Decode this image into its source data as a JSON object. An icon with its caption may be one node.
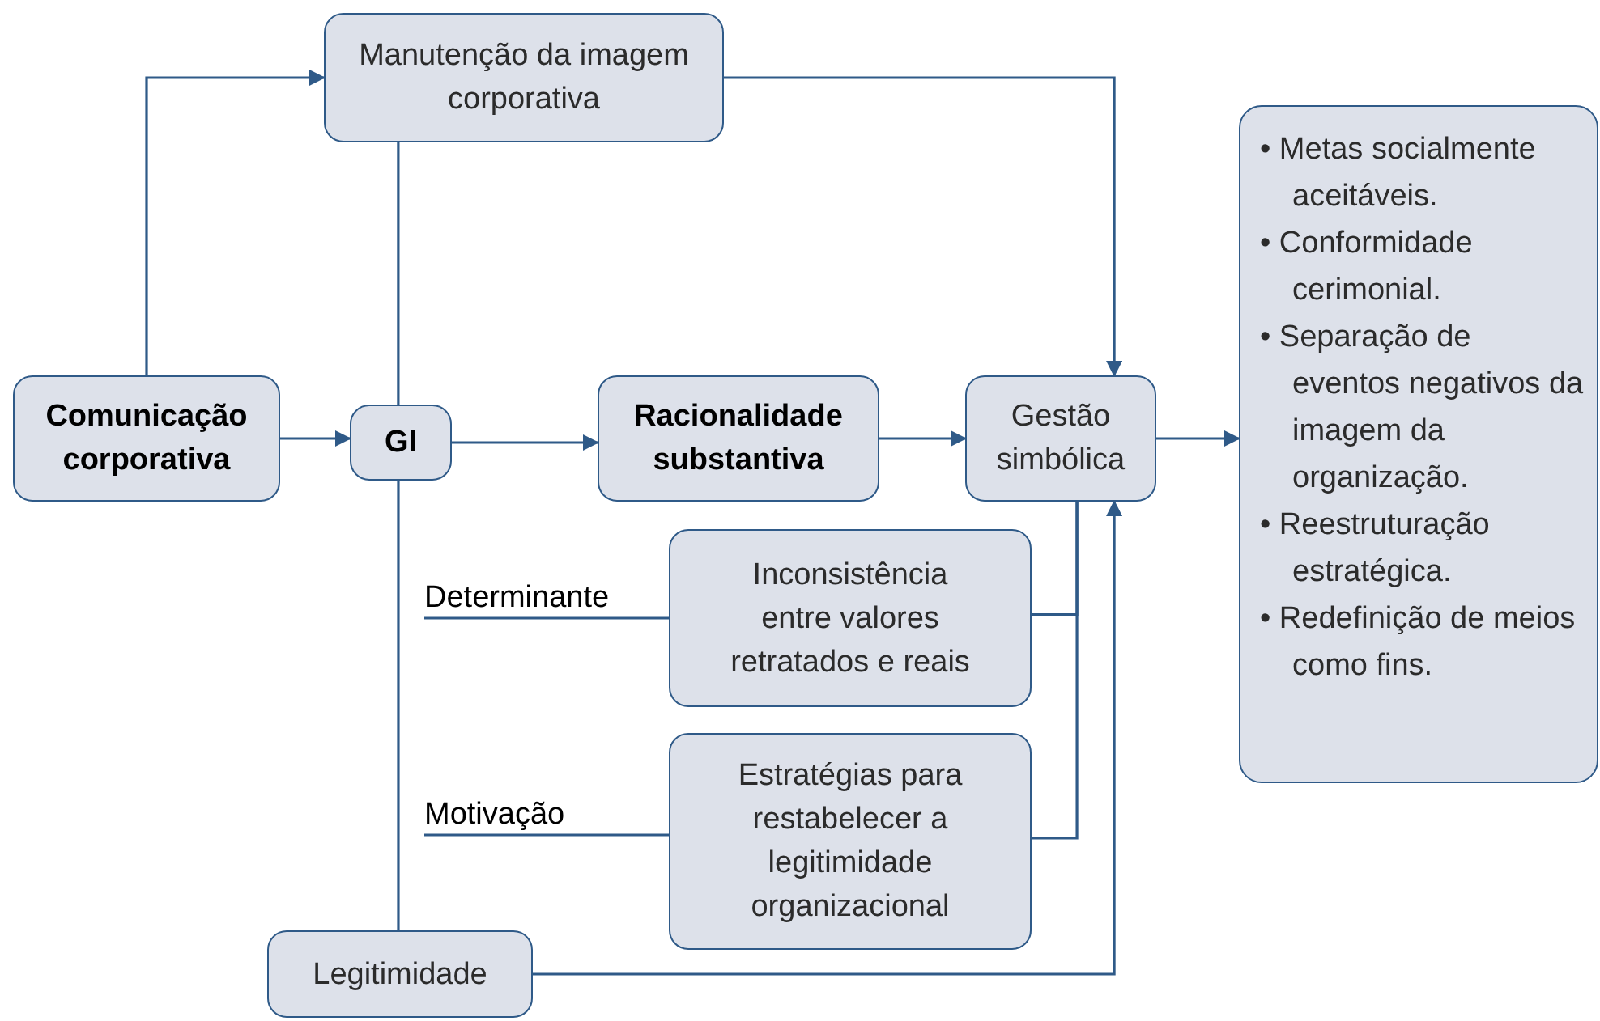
{
  "diagram": {
    "nodes": [
      {
        "text": [
          "Manutenção da imagem corporativa"
        ]
      },
      {
        "text": [
          "Comunicação corporativa"
        ]
      },
      {
        "text": [
          "GI"
        ]
      },
      {
        "text": [
          "Racionalidade substantiva"
        ]
      },
      {
        "text": [
          "Gestão simbólica"
        ]
      },
      {
        "text": [
          "• Metas socialmente aceitáveis.",
          "• Conformidade cerimonial.",
          "• Separação de eventos negativos da imagem da organização.",
          "• Reestruturação estratégica.",
          "• Redefinição de meios como fins."
        ]
      },
      {
        "text": [
          "Determinante"
        ]
      },
      {
        "text": [
          "Inconsistência entre valores retratados e reais"
        ]
      },
      {
        "text": [
          "Motivação"
        ]
      },
      {
        "text": [
          "Estratégias para restabelecer a legitimidade organizacional"
        ]
      },
      {
        "text": [
          "Legitimidade"
        ]
      }
    ],
    "edges": [
      {
        "from": 1,
        "to": 0,
        "arrow": "to"
      },
      {
        "from": 1,
        "to": 2,
        "arrow": "to"
      },
      {
        "from": 2,
        "to": 3,
        "arrow": "to"
      },
      {
        "from": 3,
        "to": 4,
        "arrow": "to"
      },
      {
        "from": 0,
        "to": 4,
        "arrow": "to"
      },
      {
        "from": 4,
        "to": 5,
        "arrow": "to"
      },
      {
        "from": 0,
        "to": 2,
        "arrow": "none"
      },
      {
        "from": 2,
        "to": 10,
        "arrow": "none"
      },
      {
        "from": 6,
        "to": 7,
        "arrow": "none"
      },
      {
        "from": 8,
        "to": 9,
        "arrow": "none"
      },
      {
        "from": 7,
        "to": 4,
        "arrow": "none"
      },
      {
        "from": 9,
        "to": 4,
        "arrow": "none"
      },
      {
        "from": 10,
        "to": 4,
        "arrow": "to"
      }
    ]
  }
}
